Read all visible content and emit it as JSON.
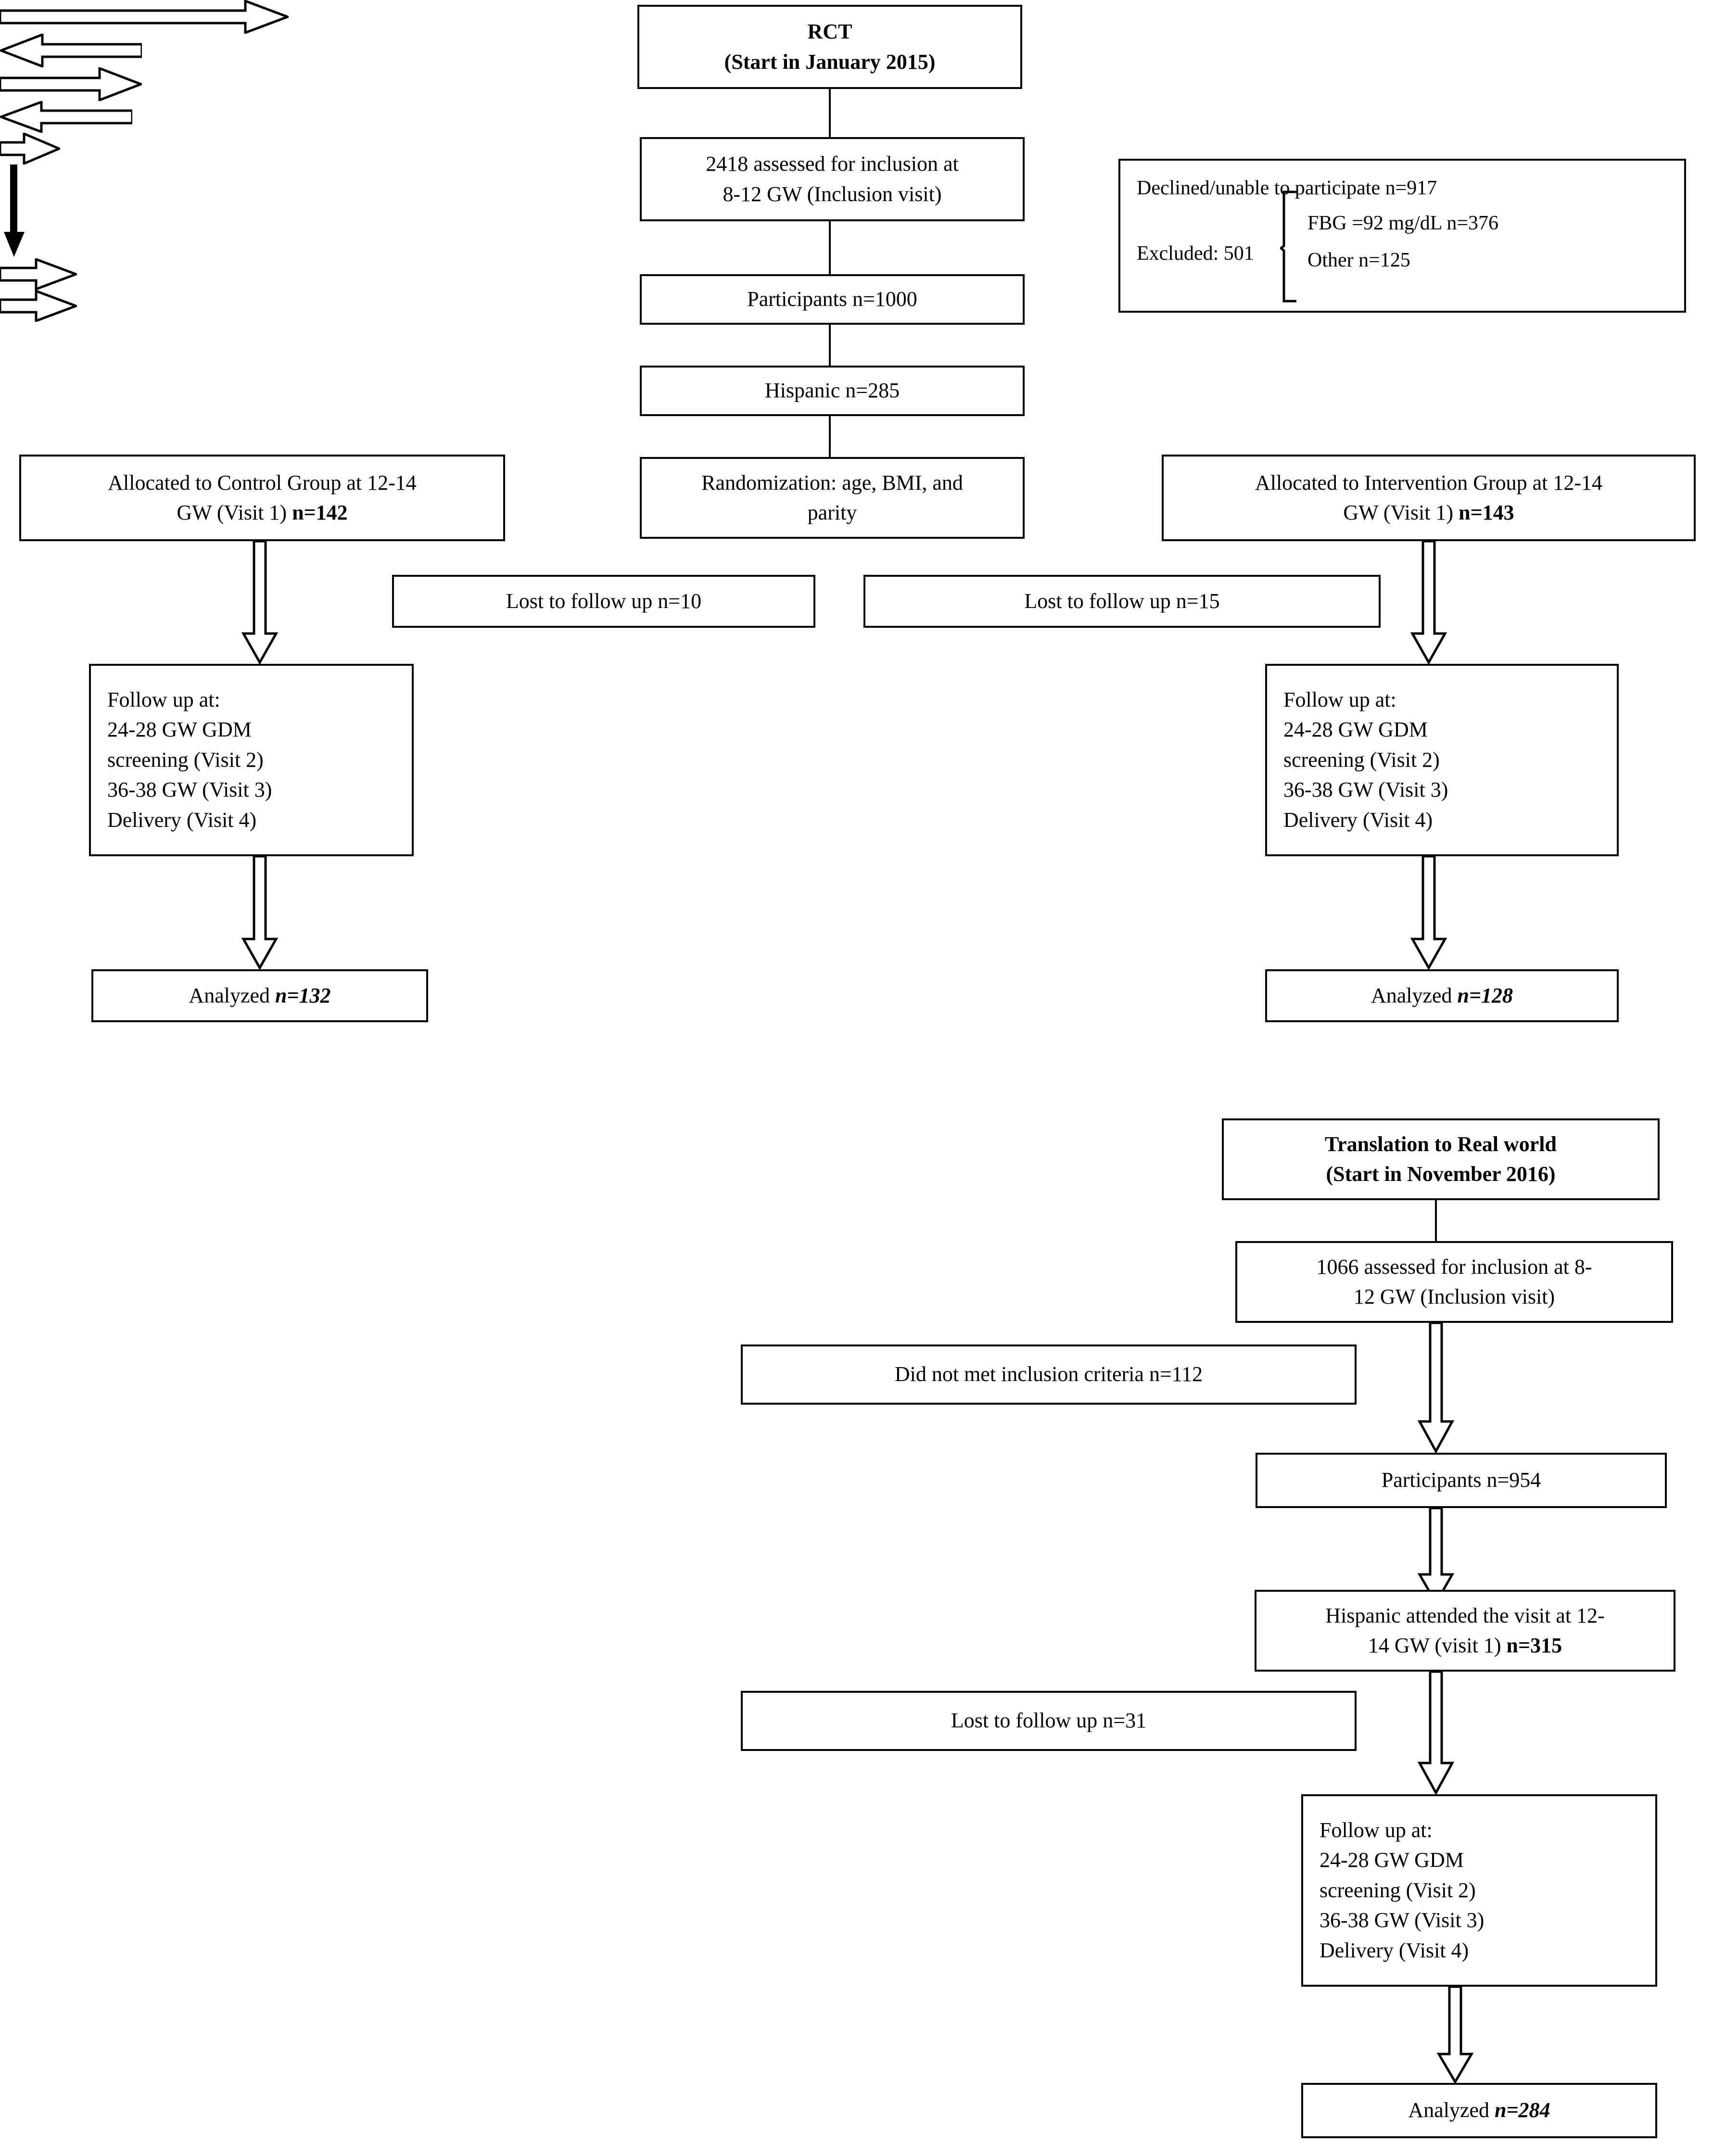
{
  "diagram": {
    "title": "CONSORT-style participant flow diagram",
    "type": "flowchart",
    "stroke_color": "#000000",
    "background_color": "#ffffff"
  },
  "nodes": {
    "rct_title": {
      "line1": "RCT",
      "line2": "(Start in January 2015)"
    },
    "assessed_rct": {
      "line1": "2418 assessed for inclusion at",
      "line2": "8-12 GW (Inclusion visit)"
    },
    "excluded_rct": {
      "line1": "Declined/unable to participate n=917",
      "line2": "Excluded: 501",
      "sub1": "FBG =92 mg/dL n=376",
      "sub2": "Other n=125"
    },
    "participants_rct": {
      "line1": "Participants n=1000"
    },
    "hispanic_rct": {
      "line1": "Hispanic n=285"
    },
    "randomization": {
      "line1": "Randomization: age, BMI, and",
      "line2": "parity"
    },
    "control_group": {
      "line1": "Allocated to Control Group at 12-14",
      "line2_prefix": "GW (Visit 1) ",
      "line2_n": "n=142"
    },
    "intervention_group": {
      "line1": "Allocated to Intervention Group at 12-14",
      "line2_prefix": "GW (Visit 1) ",
      "line2_n": "n=143"
    },
    "lost_control": {
      "line1": "Lost to follow up n=10"
    },
    "lost_intervention": {
      "line1": "Lost to follow up n=15"
    },
    "followup_control": {
      "line1": "Follow up at:",
      "line2": "24-28 GW GDM",
      "line3": "screening (Visit 2)",
      "line4": "36-38 GW (Visit 3)",
      "line5": "Delivery (Visit 4)"
    },
    "followup_intervention": {
      "line1": "Follow up at:",
      "line2": "24-28 GW GDM",
      "line3": "screening (Visit 2)",
      "line4": "36-38 GW (Visit 3)",
      "line5": "Delivery (Visit 4)"
    },
    "analyzed_control": {
      "prefix": "Analyzed ",
      "n": "n=132"
    },
    "analyzed_intervention": {
      "prefix": "Analyzed ",
      "n": "n=128"
    },
    "translation_title": {
      "line1": "Translation to Real world",
      "line2": "(Start in November 2016)"
    },
    "assessed_trans": {
      "line1": "1066 assessed for inclusion at 8-",
      "line2": "12 GW (Inclusion visit)"
    },
    "not_met_criteria": {
      "line1": "Did not met inclusion criteria n=112"
    },
    "participants_trans": {
      "line1": "Participants n=954"
    },
    "hispanic_trans": {
      "line1": "Hispanic attended the visit at 12-",
      "line2_prefix": "14 GW (visit 1) ",
      "line2_n": "n=315"
    },
    "lost_trans": {
      "line1": "Lost to follow up n=31"
    },
    "followup_trans": {
      "line1": "Follow up at:",
      "line2": "24-28 GW GDM",
      "line3": "screening (Visit 2)",
      "line4": "36-38 GW (Visit 3)",
      "line5": "Delivery (Visit 4)"
    },
    "analyzed_trans": {
      "prefix": "Analyzed ",
      "n": "n=284"
    }
  }
}
